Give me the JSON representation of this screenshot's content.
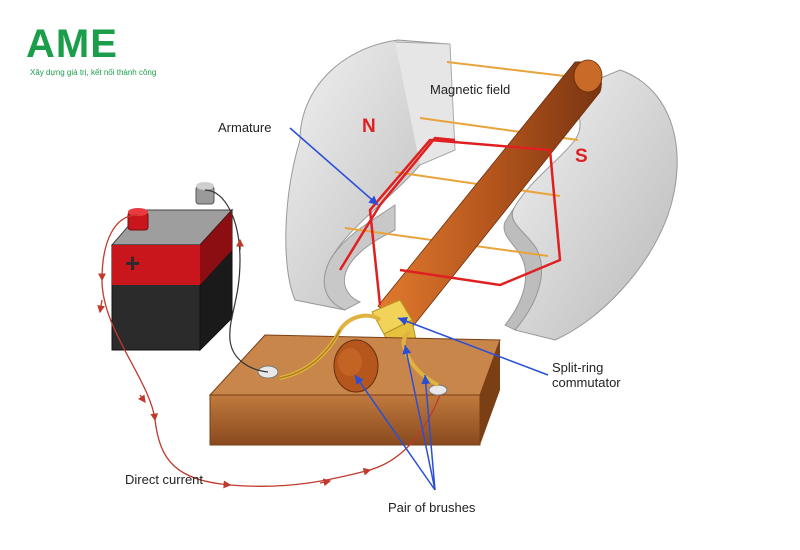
{
  "logo": {
    "name": "AME",
    "tagline": "Xây dựng giá trị, kết nối thành công",
    "color": "#1a9e4a"
  },
  "labels": {
    "magnetic_field": "Magnetic field",
    "armature": "Armature",
    "north": "N",
    "south": "S",
    "commutator": "Split-ring\ncommutator",
    "brushes": "Pair of brushes",
    "current": "Direct current",
    "plus": "+"
  },
  "colors": {
    "magnet": "#d6d6d6",
    "coil": "#e02020",
    "field_lines": "#e8a43a",
    "callout": "#2a4fd6",
    "shaft": "#b5561d",
    "battery_red": "#c9161d",
    "battery_body": "#2b2b2b",
    "base": "#a8612e",
    "wire": "#c0392b",
    "pole_text": "#e02020"
  }
}
